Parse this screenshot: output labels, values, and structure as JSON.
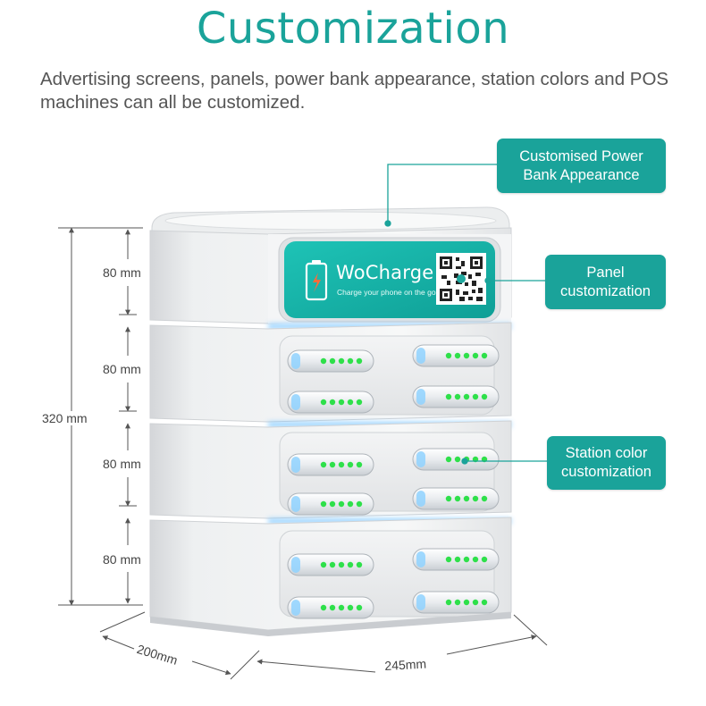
{
  "header": {
    "title": "Customization",
    "subtitle": "Advertising screens, panels, power bank appearance, station colors and POS machines can all be customized."
  },
  "callouts": {
    "power_bank": "Customised Power\nBank Appearance",
    "panel": "Panel\ncustomization",
    "station_color": "Station color\ncustomization"
  },
  "dimensions": {
    "total_height": "320 mm",
    "module_1": "80 mm",
    "module_2": "80 mm",
    "module_3": "80 mm",
    "module_4": "80 mm",
    "depth": "200mm",
    "width": "245mm"
  },
  "screen": {
    "brand": "WoCharge",
    "tagline": "Charge your phone on the go"
  },
  "colors": {
    "accent": "#1aa39a",
    "screen": "#17b9ad",
    "led": "#2ee04a"
  },
  "icons": [
    "battery-icon",
    "qr-code-icon"
  ]
}
